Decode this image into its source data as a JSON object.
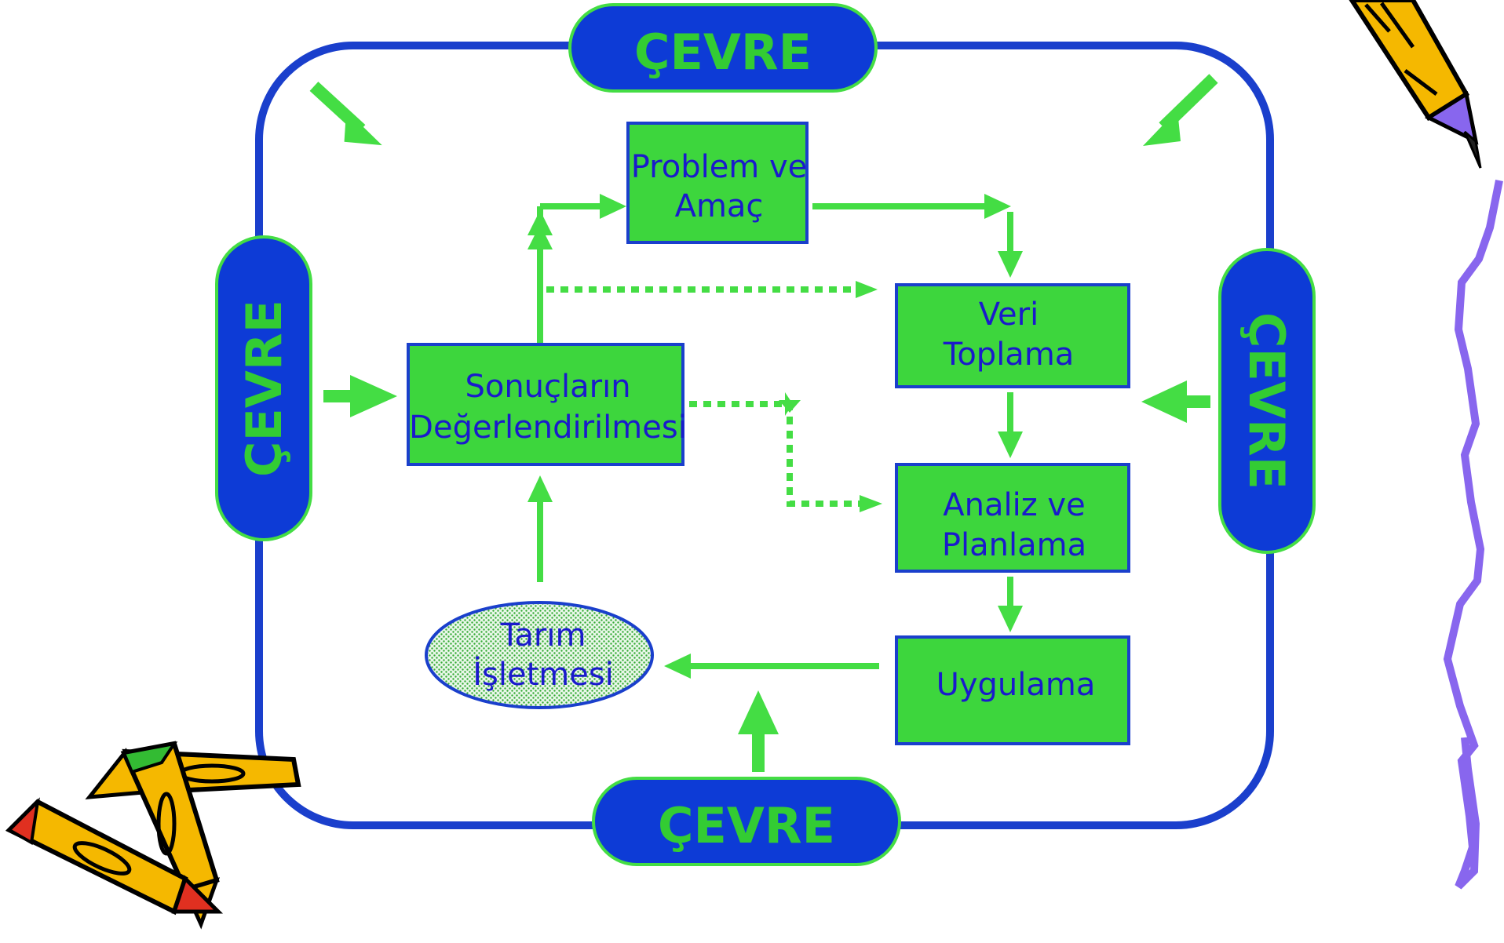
{
  "environment": {
    "label_top": "ÇEVRE",
    "label_left": "ÇEVRE",
    "label_right": "ÇEVRE",
    "label_bottom": "ÇEVRE"
  },
  "boxes": {
    "problem": {
      "line1": "Problem ve",
      "line2": "Amaç"
    },
    "veri": {
      "line1": "Veri",
      "line2": "Toplama"
    },
    "analiz": {
      "line1": "Analiz ve",
      "line2": "Planlama"
    },
    "uygulama": {
      "line1": "Uygulama"
    },
    "sonuc": {
      "line1": "Sonuçların",
      "line2": "Değerlendirilmesi"
    },
    "tarim": {
      "line1": "Tarım",
      "line2": "İşletmesi"
    }
  },
  "colors": {
    "frame_blue": "#1a3fcc",
    "pill_blue": "#0d3bd6",
    "box_green": "#3dd63d",
    "arrow_green": "#44dd44",
    "text_blue": "#1a1acc",
    "pencil_yellow": "#f5b800",
    "squiggle_purple": "#8866ee"
  },
  "icons": [
    "pencil-clipart-icon",
    "crayons-clipart-icon",
    "squiggle-line-icon"
  ]
}
